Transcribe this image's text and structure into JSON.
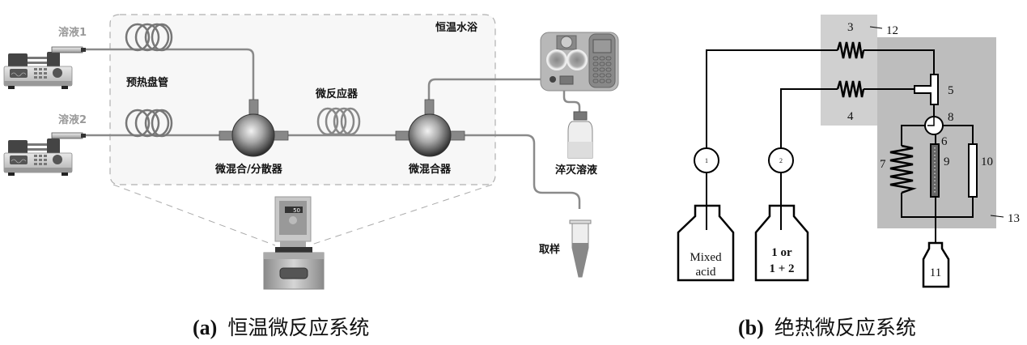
{
  "panel_a": {
    "caption_prefix": "(a)",
    "caption_text": "恒温微反应系统",
    "labels": {
      "solution1": "溶液1",
      "solution2": "溶液2",
      "preheat_coil": "预热盘管",
      "water_bath": "恒温水浴",
      "micro_reactor": "微反应器",
      "mixer_disperser": "微混合/分散器",
      "micro_mixer": "微混合器",
      "quench_solution": "淬灭溶液",
      "sampling": "取样"
    },
    "water_bath_display": "50"
  },
  "panel_b": {
    "caption_prefix": "(b)",
    "caption_text": "绝热微反应系统",
    "pump1": "1",
    "pump2": "2",
    "bottle1_line1": "Mixed",
    "bottle1_line2": "acid",
    "bottle2_line1": "1 or",
    "bottle2_line2": "1 + 2",
    "n3": "3",
    "n4": "4",
    "n5": "5",
    "n6": "6",
    "n7": "7",
    "n8": "8",
    "n9": "9",
    "n10": "10",
    "n11": "11",
    "n12": "12",
    "n13": "13"
  }
}
